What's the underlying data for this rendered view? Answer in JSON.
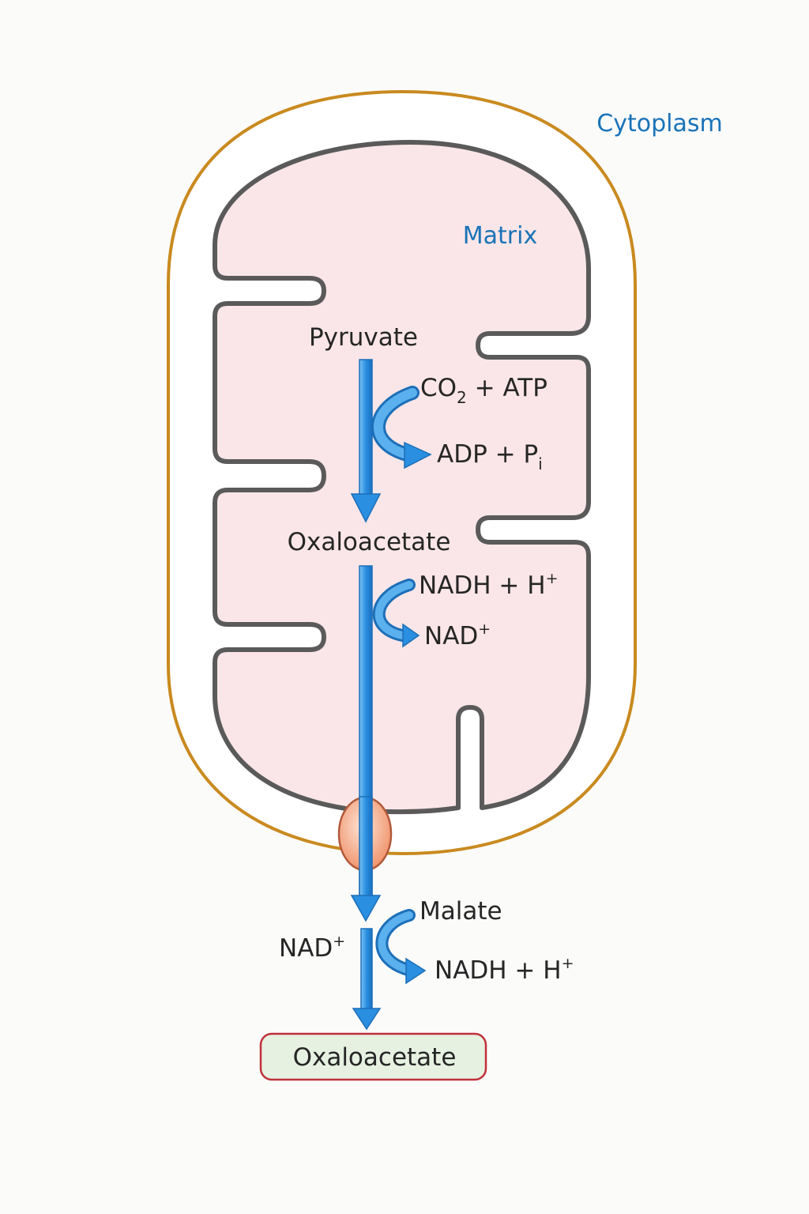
{
  "compartments": {
    "cytoplasm": "Cytoplasm",
    "matrix": "Matrix"
  },
  "pathway": {
    "start": "Pyruvate",
    "intermediate": "Oxaloacetate",
    "step1": {
      "in_a": "CO",
      "in_a_sub": "2",
      "in_b": " + ATP",
      "out_a": "ADP + P",
      "out_a_sub": "i"
    },
    "step2": {
      "in": "NADH + H",
      "in_sup": "+",
      "out": "NAD",
      "out_sup": "+"
    },
    "transported": "Malate",
    "step3": {
      "in": "NAD",
      "in_sup": "+",
      "out": "NADH + H",
      "out_sup": "+"
    },
    "product": "Oxaloacetate"
  },
  "colors": {
    "outer_membrane": "#c98a1f",
    "inner_membrane": "#5a5a5a",
    "matrix_fill": "#fae6e8",
    "arrow": "#2a8fe0",
    "compartment_label": "#1a73b8",
    "transporter": "#f2a98a",
    "product_box_fill": "#e6f1e2",
    "product_box_border": "#c0303a"
  }
}
